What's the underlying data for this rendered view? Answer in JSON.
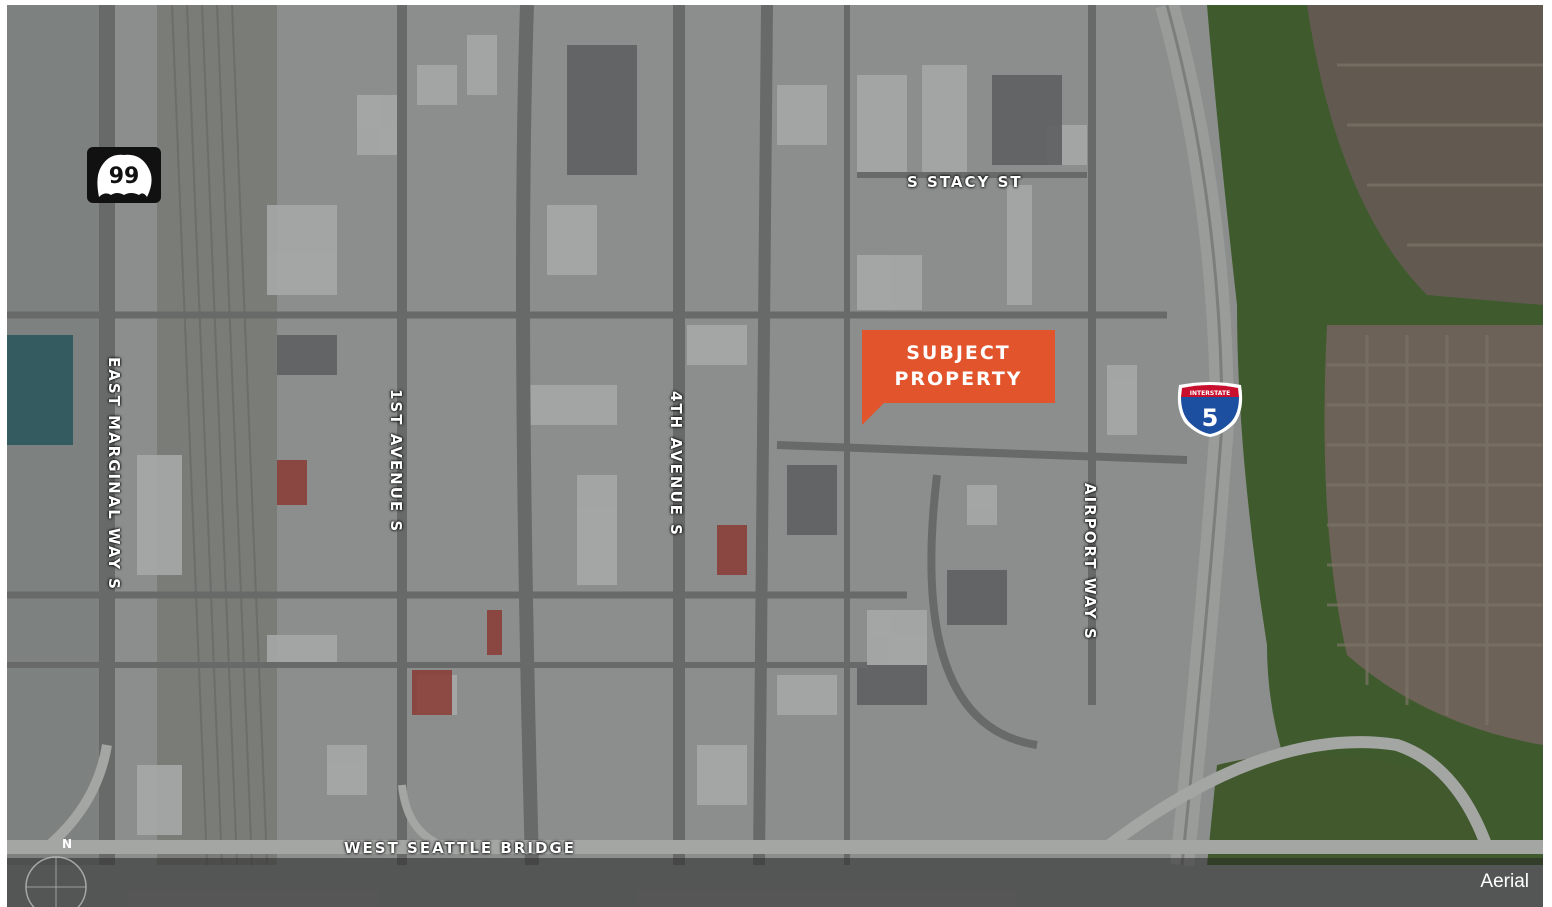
{
  "map": {
    "layer_label": "Aerial",
    "callout": {
      "line1": "SUBJECT",
      "line2": "PROPERTY",
      "color": "#e2542b"
    },
    "roads": {
      "east_marginal": "EAST MARGINAL WAY S",
      "first_ave": "1ST AVENUE S",
      "fourth_ave": "4TH AVENUE S",
      "stacy": "S STACY ST",
      "airport": "AIRPORT WAY S",
      "wsb": "WEST SEATTLE BRIDGE"
    },
    "shields": {
      "sr": {
        "number": "99",
        "icon": "state-route-shield-icon"
      },
      "interstate": {
        "label": "INTERSTATE",
        "number": "5",
        "icon": "interstate-shield-icon"
      }
    },
    "north": "N",
    "colors": {
      "urban": "#8f928f",
      "forest": "#3f5a2c",
      "residential": "#6c6257",
      "water": "#345c60"
    }
  }
}
